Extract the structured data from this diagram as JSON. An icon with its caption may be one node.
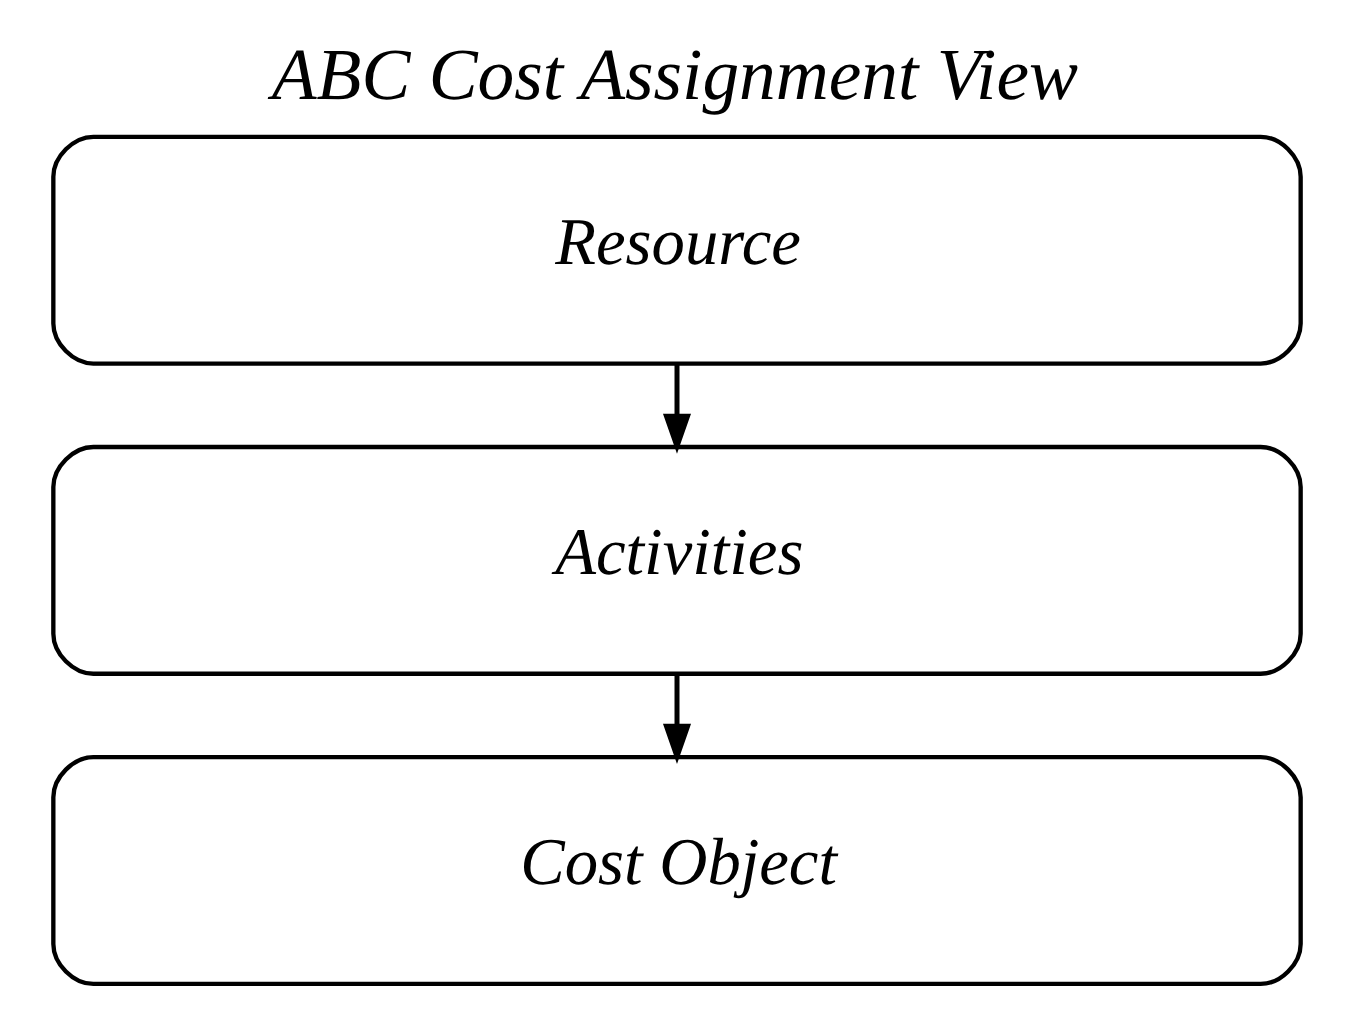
{
  "diagram": {
    "title": "ABC Cost Assignment View",
    "nodes": [
      {
        "text": [
          "Resource"
        ]
      },
      {
        "text": [
          "Activities"
        ]
      },
      {
        "text": [
          "Cost Object"
        ]
      }
    ],
    "edges": [
      {
        "from": 0,
        "to": 1,
        "arrow": "to"
      },
      {
        "from": 1,
        "to": 2,
        "arrow": "to"
      }
    ]
  }
}
